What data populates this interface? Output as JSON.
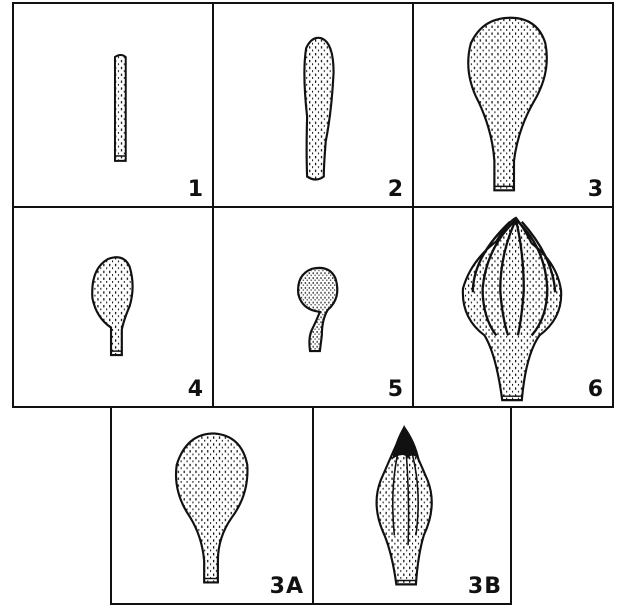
{
  "figure": {
    "panels": [
      {
        "id": "p1",
        "label": "1",
        "stage": "narrow-rod"
      },
      {
        "id": "p2",
        "label": "2",
        "stage": "club"
      },
      {
        "id": "p3",
        "label": "3",
        "stage": "oval-stalked"
      },
      {
        "id": "p4",
        "label": "4",
        "stage": "small-oval-stalked"
      },
      {
        "id": "p5",
        "label": "5",
        "stage": "round-stalked"
      },
      {
        "id": "p6",
        "label": "6",
        "stage": "ribbed-bud"
      },
      {
        "id": "p3a",
        "label": "3A",
        "stage": "oval-stalked"
      },
      {
        "id": "p3b",
        "label": "3B",
        "stage": "pointed-bud"
      }
    ],
    "colors": {
      "ink": "#111111",
      "paper": "#ffffff"
    }
  }
}
